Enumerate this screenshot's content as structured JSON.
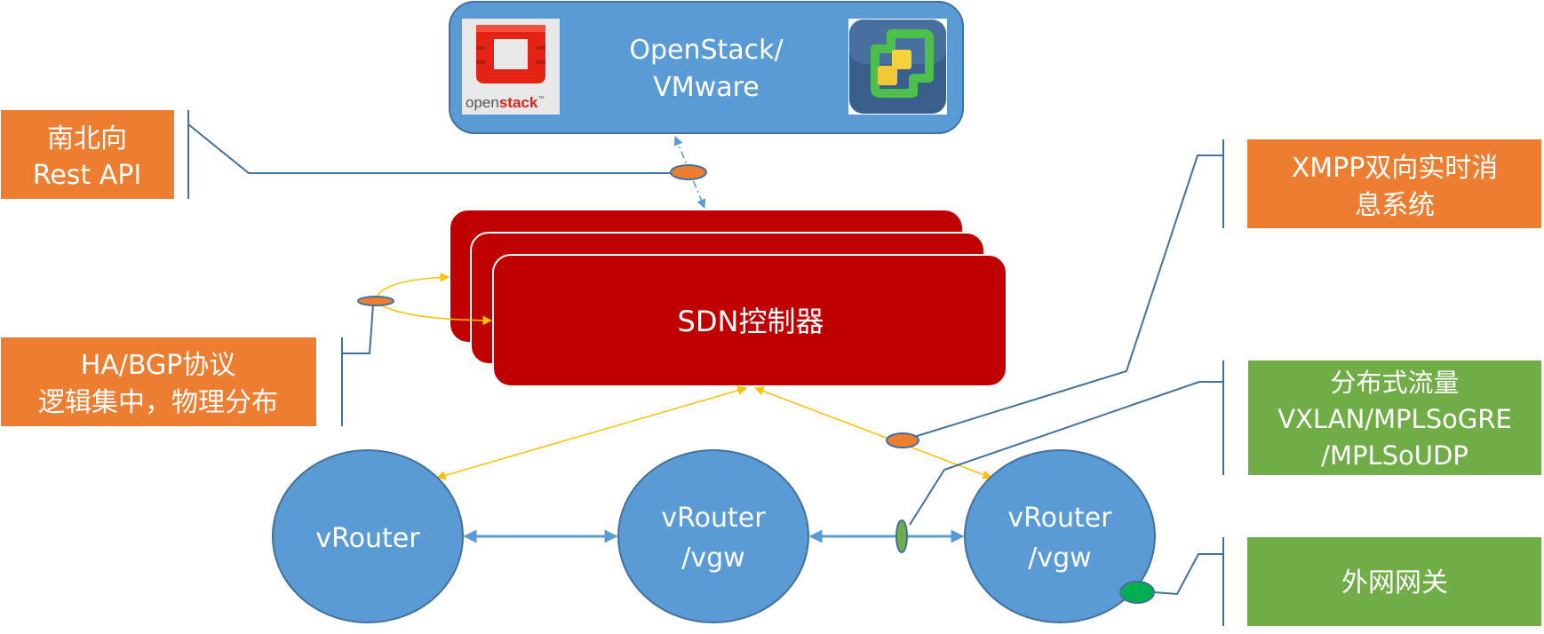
{
  "top_box": {
    "title_line1": "OpenStack/",
    "title_line2": "VMware",
    "left_logo": {
      "icon": "openstack-logo-icon",
      "wordmark_prefix": "open",
      "wordmark_suffix": "stack",
      "tm": "™"
    },
    "right_logo": {
      "icon": "vmware-vsphere-logo-icon"
    }
  },
  "controller": {
    "label": "SDN控制器",
    "instances": 3
  },
  "routers": [
    {
      "line1": "vRouter",
      "line2": ""
    },
    {
      "line1": "vRouter",
      "line2": "/vgw"
    },
    {
      "line1": "vRouter",
      "line2": "/vgw"
    }
  ],
  "callouts": {
    "rest_api": {
      "line1": "南北向",
      "line2": "Rest API"
    },
    "ha_bgp": {
      "line1": "HA/BGP协议",
      "line2": "逻辑集中，物理分布"
    },
    "xmpp": {
      "line1": "XMPP双向实时消",
      "line2": "息系统"
    },
    "overlay": {
      "line1": "分布式流量",
      "line2": "VXLAN/MPLSoGRE",
      "line3": "/MPLSoUDP"
    },
    "gateway": {
      "line1": "外网网关"
    }
  },
  "colors": {
    "orange": "#ED7D31",
    "green": "#70AD47",
    "blue": "#5B9BD5",
    "blue_border": "#41719C",
    "red": "#C00000",
    "yellow": "#FFC000",
    "dark_green": "#00B050"
  }
}
